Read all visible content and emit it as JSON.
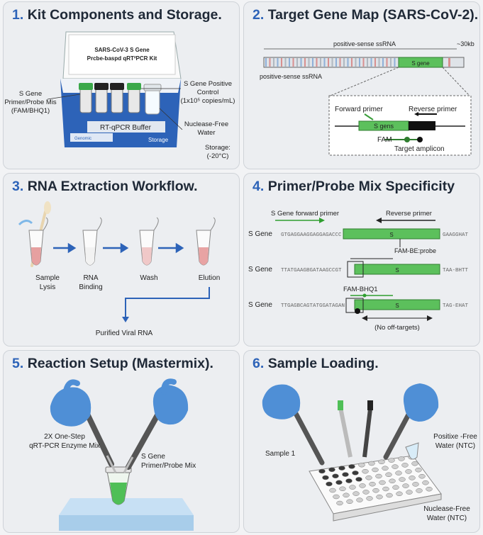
{
  "panels": [
    {
      "num": "1.",
      "title": "Kit Components and Storage."
    },
    {
      "num": "2.",
      "title": "Target Gene Map (SARS-CoV-2)."
    },
    {
      "num": "3.",
      "title": "RNA Extraction Workflow."
    },
    {
      "num": "4.",
      "title": "Primer/Probe Mix Specificity"
    },
    {
      "num": "5.",
      "title": "Reaction Setup (Mastermix)."
    },
    {
      "num": "6.",
      "title": "Sample Loading."
    }
  ],
  "kit": {
    "box_title_1": "SARS-CoV-3 S Gene",
    "box_title_2": "Prcbe-baspd qRT²PCR Kit",
    "primer_probe_1": "S Gene",
    "primer_probe_2": "Primer/Probe Mis",
    "primer_probe_3": "(FAM/BHQ1)",
    "positive_1": "S Gene Positive",
    "positive_2": "Control",
    "positive_3": "(1x10⁵ copies/mL)",
    "buffer": "RT-qPCR Buffer",
    "water_1": "Nuclease-Free",
    "water_2": "Water",
    "storage_1": "Storage:",
    "storage_2": "(-20°C)",
    "box_brand": "Genomic",
    "box_storage": "Storage"
  },
  "gene_map": {
    "top_label": "positive-sense ssRNA",
    "size_label": "~30kb",
    "bottom_label": "positive-sense ssRNA",
    "gene_label": "S gene",
    "forward_primer": "Forward primer",
    "reverse_primer": "Reverse primer",
    "s_gene_zoom": "S gens",
    "fam": "FAM",
    "target_amplicon": "Target amplicon"
  },
  "extraction": {
    "steps": [
      "Sample\nLysis",
      "RNA\nBinding",
      "Wash",
      "Elution"
    ],
    "step1_a": "Sample",
    "step1_b": "Lysis",
    "step2_a": "RNA",
    "step2_b": "Binding",
    "step3": "Wash",
    "step4": "Elution",
    "result": "Purified Viral RNA"
  },
  "specificity": {
    "forward": "S Gene forward primer",
    "reverse": "Reverse primer",
    "probe": "FAM-BE:probe",
    "fam_bhq": "FAM-BHQ1",
    "no_off": "(No off-targets)",
    "row_label": "S Gene",
    "s_label": "S",
    "rows": [
      {
        "left": "GTGAGGAAGGAGGAGACCC",
        "right": "GAAGGHAT"
      },
      {
        "left": "TTATGAAGBGATAAGCCGT",
        "right": "TAA-BHTT"
      },
      {
        "left": "TTGAGBCAGTATGGATAGAN",
        "right": "TAG-EHAT"
      }
    ]
  },
  "setup": {
    "enzyme_1": "2X One-Step",
    "enzyme_2": "qRT-PCR Enzyme Mix",
    "mix_1": "S Gene",
    "mix_2": "Primer/Probe Mix"
  },
  "loading": {
    "sample": "Sample 1",
    "positive_1": "Positixe -Free",
    "positive_2": "Water (NTC)",
    "ntc_1": "Nuclease-Free",
    "ntc_2": "Water (NTC)"
  },
  "colors": {
    "accent_blue": "#2d63b8",
    "green": "#5cc05c",
    "glove": "#4f8fd6",
    "panel_bg": "#eceef1"
  }
}
